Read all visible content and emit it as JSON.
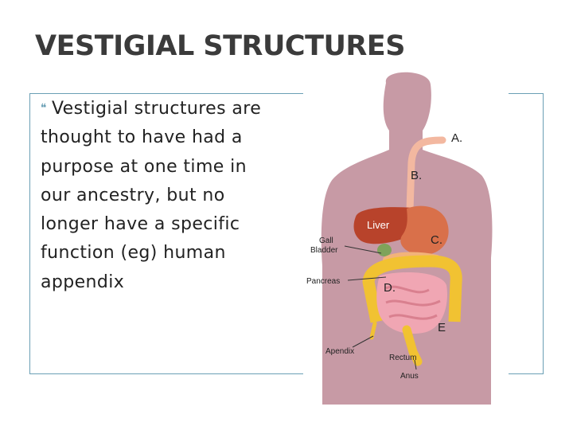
{
  "slide": {
    "title": "VESTIGIAL STRUCTURES",
    "bullet": {
      "icon": "leaf-bullet-icon",
      "text": "Vestigial structures are thought to have had a purpose at one time in our ancestry, but no longer have a specific function (eg) human appendix"
    }
  },
  "diagram": {
    "labels": {
      "a": "A.",
      "b": "B.",
      "c": "C.",
      "d": "D.",
      "e": "E",
      "liver": "Liver",
      "gall": "Gall",
      "bladder": "Bladder",
      "pancreas": "Pancreas",
      "apendix": "Apendix",
      "rectum": "Rectum",
      "anus": "Anus"
    }
  },
  "colors": {
    "title": "#3b3b3b",
    "accent": "#6a9fb5",
    "body_skin": "#c79aa5",
    "liver": "#b8432b",
    "intestine": "#f0a6b3",
    "colon": "#f1c232"
  }
}
